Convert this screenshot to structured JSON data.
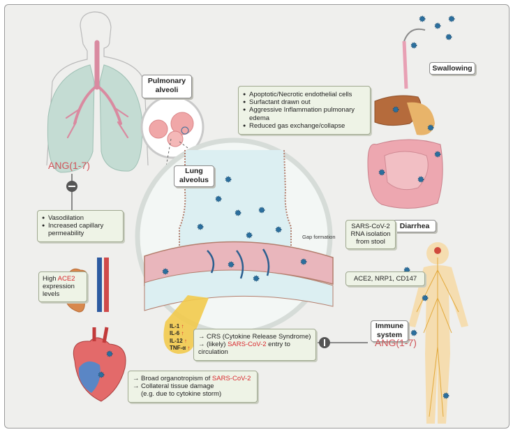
{
  "labels": {
    "pulmonary_alveoli": "Pulmonary alveoli",
    "lung_alveolus": "Lung alveolus",
    "swallowing": "Swallowing",
    "diarrhea": "Diarrhea",
    "immune_system": "Immune system",
    "gap_formation": "Gap formation"
  },
  "ang_top": "ANG(1-7)",
  "ang_right": "ANG(1-7)",
  "alveoli_effects": [
    "Apoptotic/Necrotic endothelial cells",
    "Surfactant drawn out",
    "Aggressive Inflammation pulmonary edema",
    "Reduced gas exchange/collapse"
  ],
  "ang_effects": [
    "Vasodilation",
    "Increased capillary permeability"
  ],
  "ace2_box": {
    "prefix": "High ",
    "highlight": "ACE2",
    "suffix": " expression levels"
  },
  "stool_box": "SARS-CoV-2 RNA isolation from stool",
  "receptors_box": "ACE2, NRP1, CD147",
  "cytokines": [
    {
      "name": "IL-1",
      "arrow": "↑"
    },
    {
      "name": "IL-6",
      "arrow": "↑"
    },
    {
      "name": "IL-12",
      "arrow": "↑"
    },
    {
      "name": "TNF-α",
      "arrow": "↑"
    }
  ],
  "crs_box": {
    "line1": "CRS (Cytokine Release Syndrome)",
    "line2_prefix": "(likely) ",
    "line2_highlight": "SARS-CoV-2",
    "line2_suffix": " entry to circulation"
  },
  "organ_box": {
    "line1_prefix": "Broad organotropism of ",
    "line1_highlight": "SARS-CoV-2",
    "line2": "Collateral tissue damage",
    "line3": "(e.g. due to cytokine storm)"
  },
  "arrow_glyph": "→",
  "colors": {
    "box_fill": "#eef3e6",
    "highlight_red": "#d8262b",
    "ang_text": "#cf5358",
    "virus": "#2b6f9e",
    "lung": "#c4dcd3",
    "trachea": "#d98aa0",
    "blood": "#e9b6bc",
    "body": "#f5ddb0",
    "nerves": "#e2a93b"
  }
}
